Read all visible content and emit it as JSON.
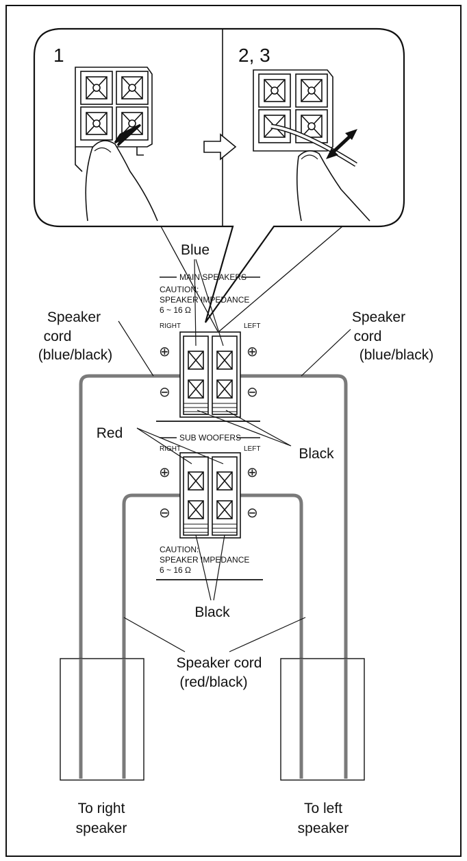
{
  "steps": {
    "step1": "1",
    "step23": "2, 3"
  },
  "labels": {
    "blue": "Blue",
    "red": "Red",
    "black_main": "Black",
    "black_sub": "Black",
    "cord_left_1": "Speaker",
    "cord_left_2": "cord",
    "cord_left_3": "(blue/black)",
    "cord_right_1": "Speaker",
    "cord_right_2": "cord",
    "cord_right_3": "(blue/black)",
    "cord_center_1": "Speaker cord",
    "cord_center_2": "(red/black)",
    "to_right_1": "To right",
    "to_right_2": "speaker",
    "to_left_1": "To left",
    "to_left_2": "speaker"
  },
  "main_panel": {
    "title": "MAIN SPEAKERS",
    "caution": "CAUTION:",
    "impedance": "SPEAKER IMPEDANCE",
    "ohms": "6 ~ 16 Ω",
    "right": "RIGHT",
    "left": "LEFT"
  },
  "sub_panel": {
    "title": "SUB WOOFERS",
    "right": "RIGHT",
    "left": "LEFT",
    "caution": "CAUTION:",
    "impedance": "SPEAKER IMPEDANCE",
    "ohms": "6 ~ 16 Ω"
  },
  "symbols": {
    "plus": "⊕",
    "minus": "⊖"
  },
  "colors": {
    "cord": "#7a7a7a",
    "line": "#111111"
  }
}
